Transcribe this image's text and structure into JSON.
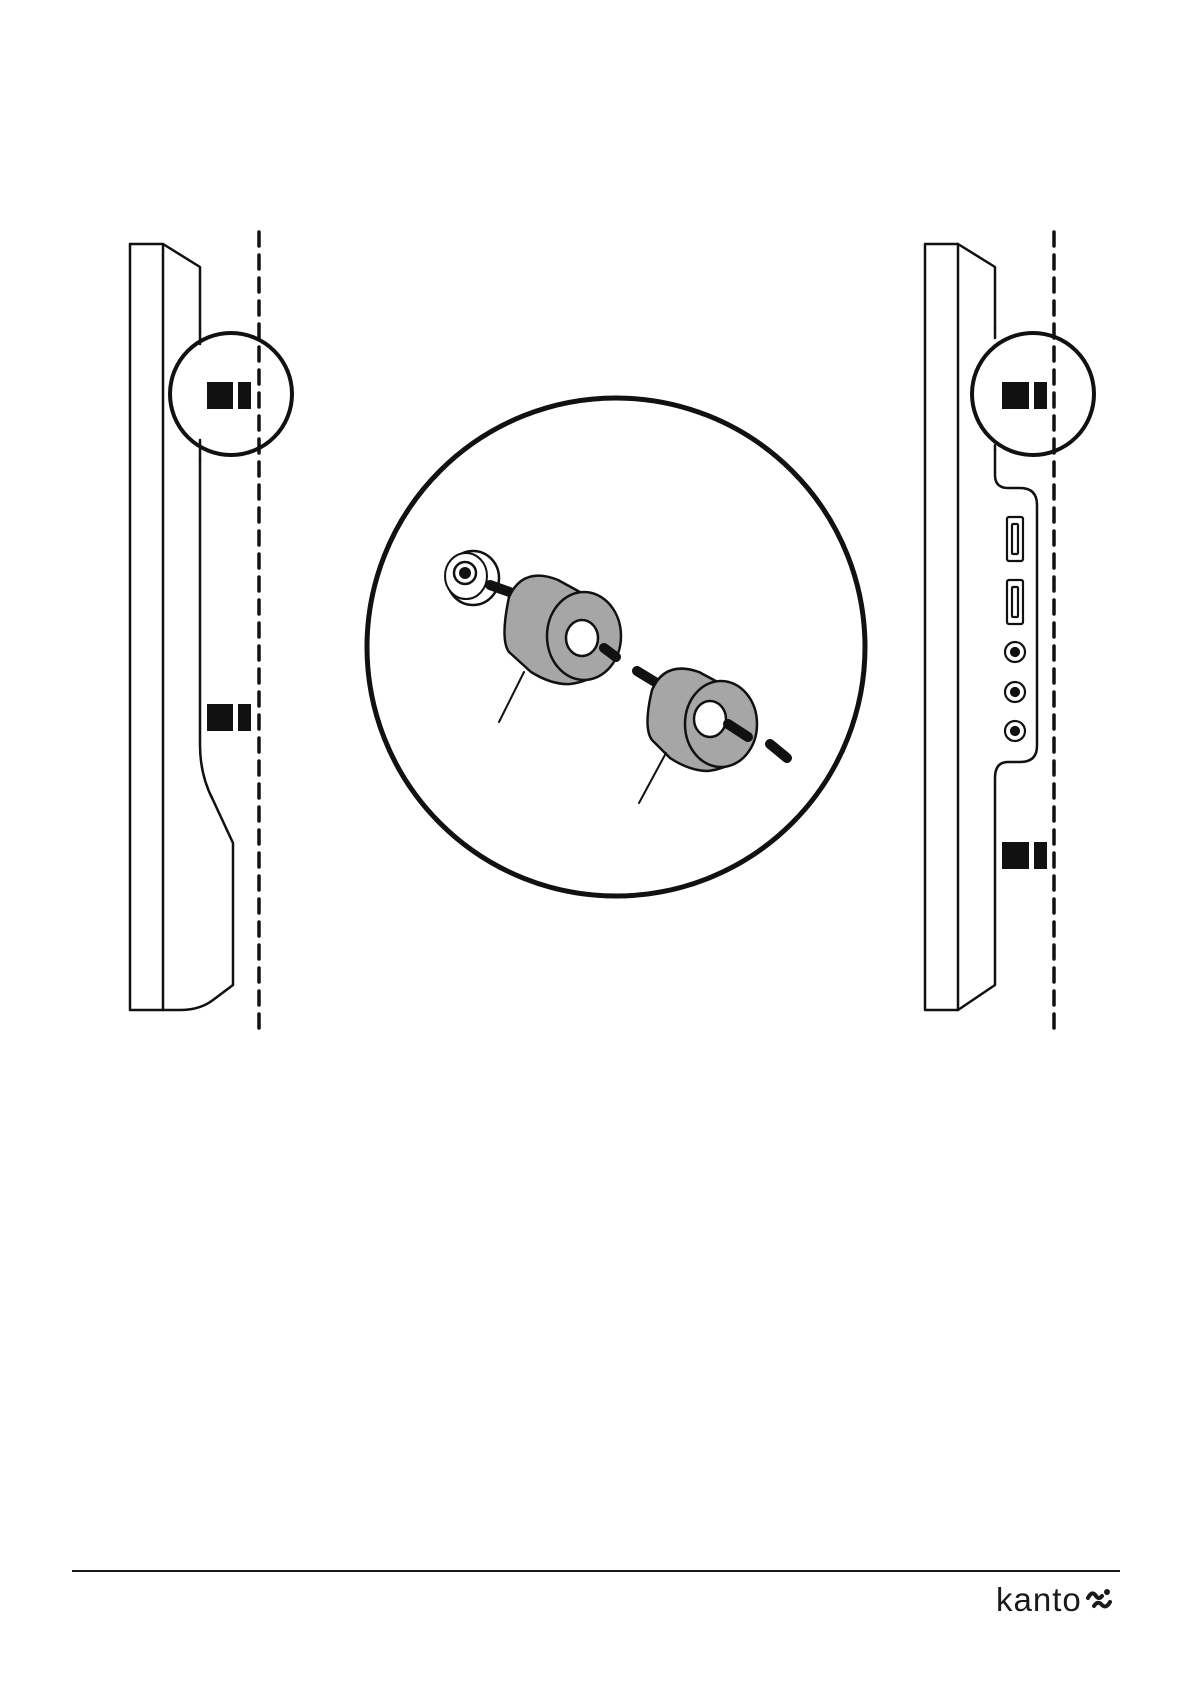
{
  "brand": {
    "name": "kanto",
    "logo_icon": "kanto-wave-logo-icon"
  },
  "colors": {
    "line": "#111111",
    "spacer_fill": "#a6a6a6",
    "background": "#ffffff"
  },
  "diagram": {
    "description_icons": [
      "tv-side-profile-left",
      "tv-side-profile-right",
      "mounting-bracket-magnified-circle",
      "bolt-icon",
      "spacer-icon"
    ]
  }
}
